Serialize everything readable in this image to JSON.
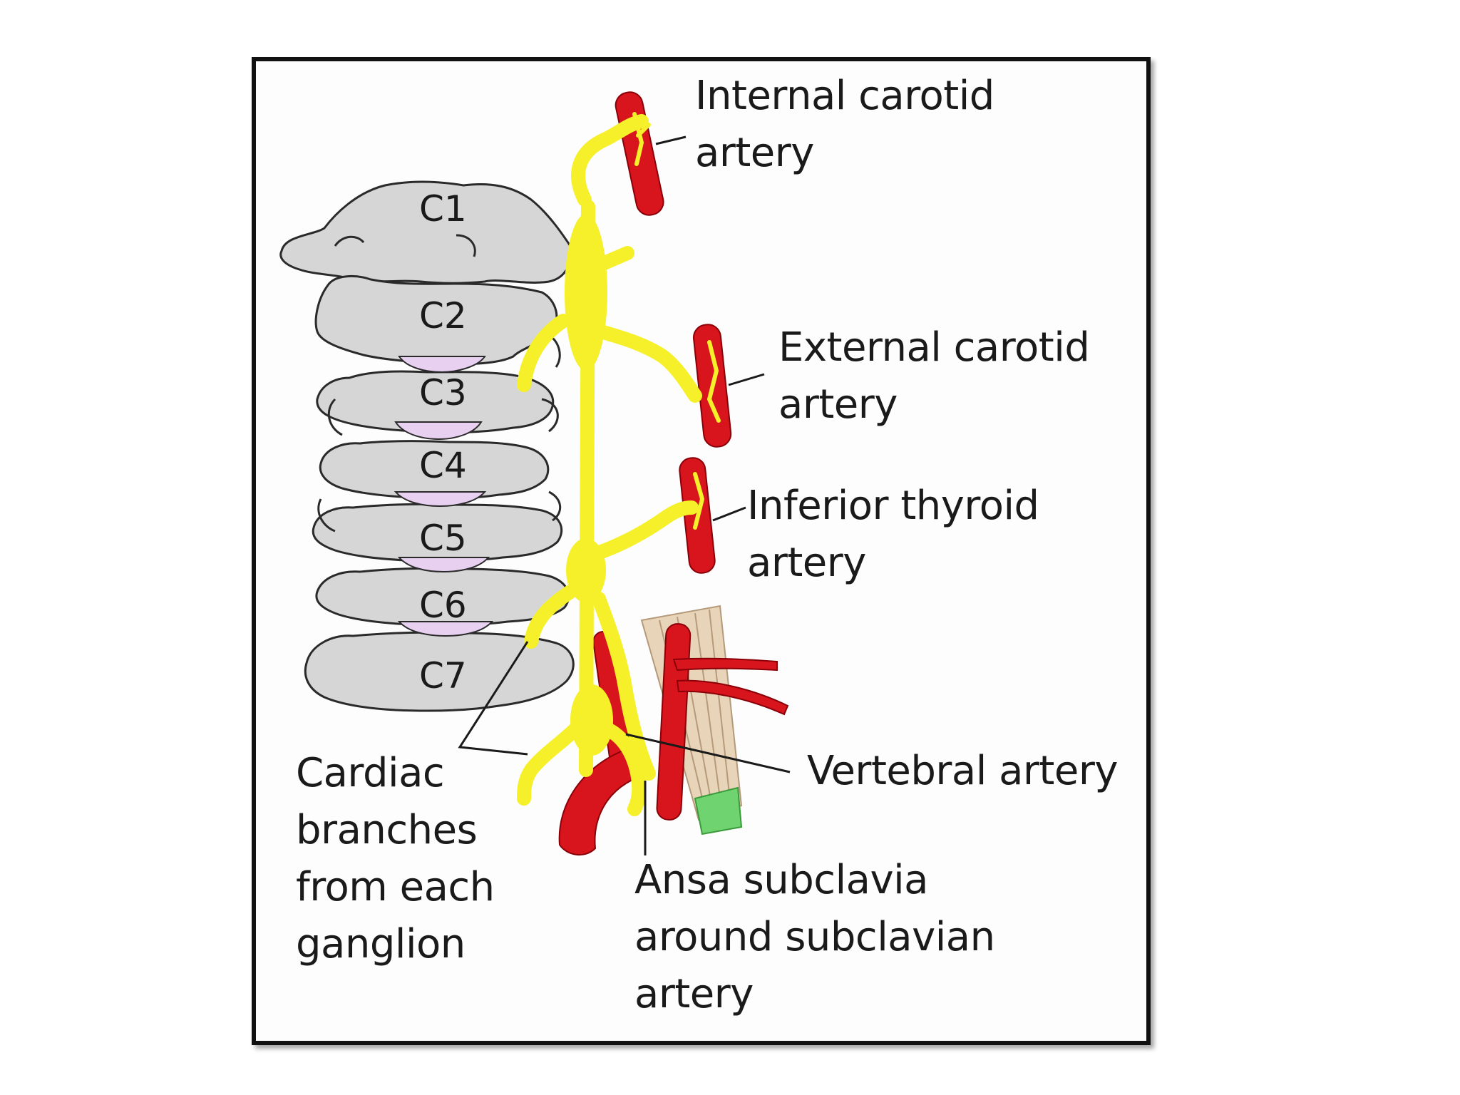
{
  "vertebrae": [
    "C1",
    "C2",
    "C3",
    "C4",
    "C5",
    "C6",
    "C7"
  ],
  "labels": {
    "internal_carotid": [
      "Internal carotid",
      "artery"
    ],
    "external_carotid": [
      "External carotid",
      "artery"
    ],
    "inferior_thyroid": [
      "Inferior thyroid",
      "artery"
    ],
    "vertebral": "Vertebral artery",
    "cardiac": [
      "Cardiac",
      "branches",
      "from each",
      "ganglion"
    ],
    "ansa": [
      "Ansa subclavia",
      "around subclavian",
      "artery"
    ]
  },
  "colors": {
    "nerve": "#f5f02a",
    "artery": "#d8141c",
    "vertebra": "#d6d6d6",
    "disc": "#e8d0f0",
    "muscle": "#e8d4b8",
    "muscle_end": "#6fd36f",
    "frame": "#111111"
  }
}
